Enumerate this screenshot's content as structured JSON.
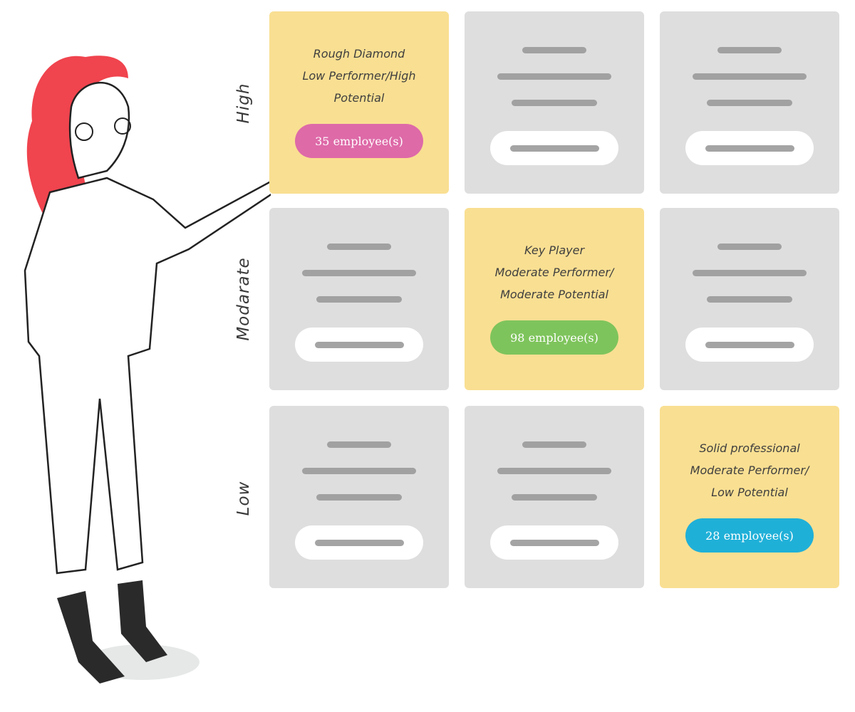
{
  "rows": [
    {
      "label": "High"
    },
    {
      "label": "Modarate"
    },
    {
      "label": "Low"
    }
  ],
  "cards": [
    {
      "active": true,
      "lines": [
        "Rough Diamond",
        "Low Performer/High",
        "Potential"
      ],
      "count_label": "35 employee(s)",
      "color": "#de6aa8"
    },
    {
      "active": false
    },
    {
      "active": false
    },
    {
      "active": false
    },
    {
      "active": true,
      "lines": [
        "Key Player",
        "Moderate Performer/",
        "Moderate Potential"
      ],
      "count_label": "98 employee(s)",
      "color": "#7ec45c"
    },
    {
      "active": false
    },
    {
      "active": false
    },
    {
      "active": false
    },
    {
      "active": true,
      "lines": [
        "Solid professional",
        "Moderate Performer/",
        "Low Potential"
      ],
      "count_label": "28 employee(s)",
      "color": "#1fb0d8"
    }
  ],
  "colors": {
    "active_card": "#f9df92",
    "placeholder_card": "#dedede",
    "hair": "#f0444e"
  }
}
